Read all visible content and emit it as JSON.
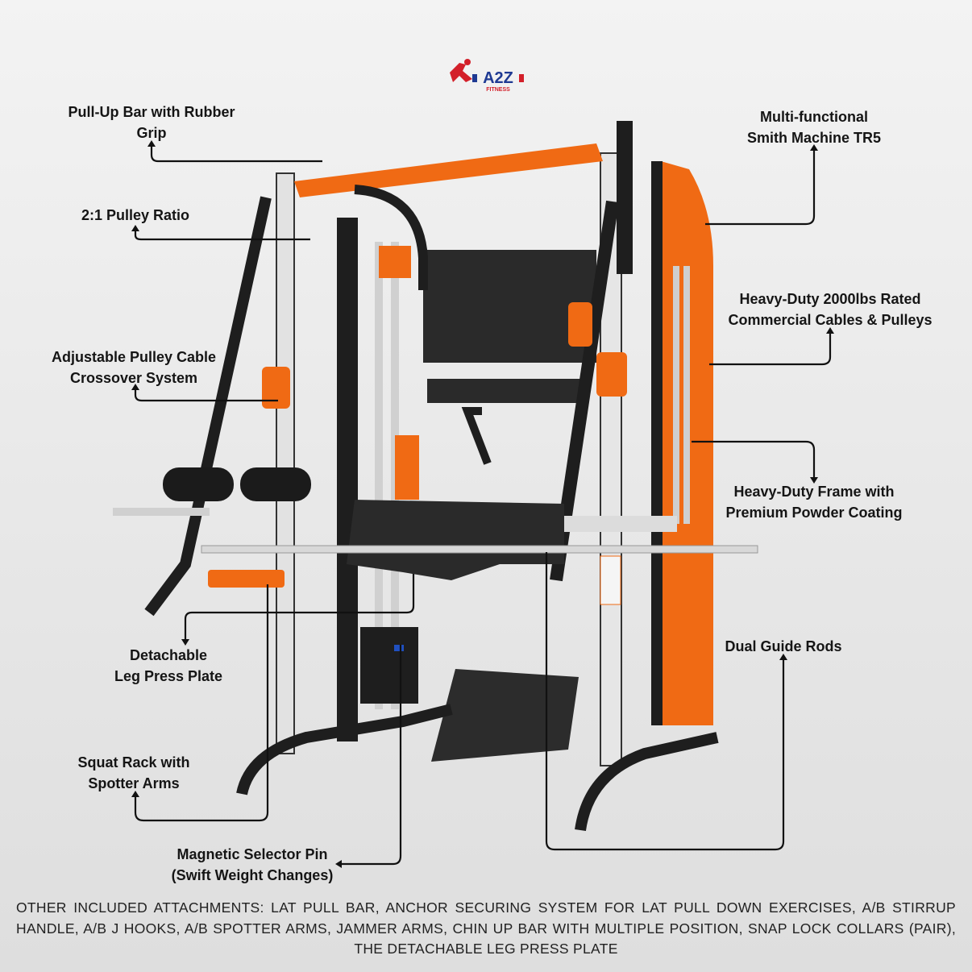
{
  "brand": {
    "logo_text": "A2Z",
    "logo_subtext": "FITNESS",
    "colors": {
      "red": "#d3202a",
      "blue": "#1f3a93",
      "orange": "#f06a14"
    }
  },
  "callouts": {
    "pull_up_bar": [
      "Pull-Up Bar with Rubber",
      "Grip"
    ],
    "pulley_ratio": [
      "2:1 Pulley Ratio"
    ],
    "crossover": [
      "Adjustable Pulley Cable",
      "Crossover System"
    ],
    "leg_press": [
      "Detachable",
      "Leg Press Plate"
    ],
    "squat_rack": [
      "Squat Rack with",
      "Spotter Arms"
    ],
    "selector_pin": [
      "Magnetic Selector Pin",
      "(Swift Weight Changes)"
    ],
    "smith_machine": [
      "Multi-functional",
      "Smith Machine TR5"
    ],
    "cables": [
      "Heavy-Duty 2000lbs Rated",
      "Commercial Cables & Pulleys"
    ],
    "frame": [
      "Heavy-Duty Frame with",
      "Premium Powder Coating"
    ],
    "guide_rods": [
      "Dual Guide Rods"
    ]
  },
  "footer": "OTHER INCLUDED ATTACHMENTS: LAT PULL BAR, ANCHOR SECURING SYSTEM FOR LAT PULL DOWN EXERCISES, A/B STIRRUP HANDLE, A/B J HOOKS, A/B SPOTTER ARMS, JAMMER ARMS, CHIN UP BAR WITH MULTIPLE POSITION, SNAP LOCK COLLARS (PAIR), THE DETACHABLE LEG PRESS PLATE"
}
